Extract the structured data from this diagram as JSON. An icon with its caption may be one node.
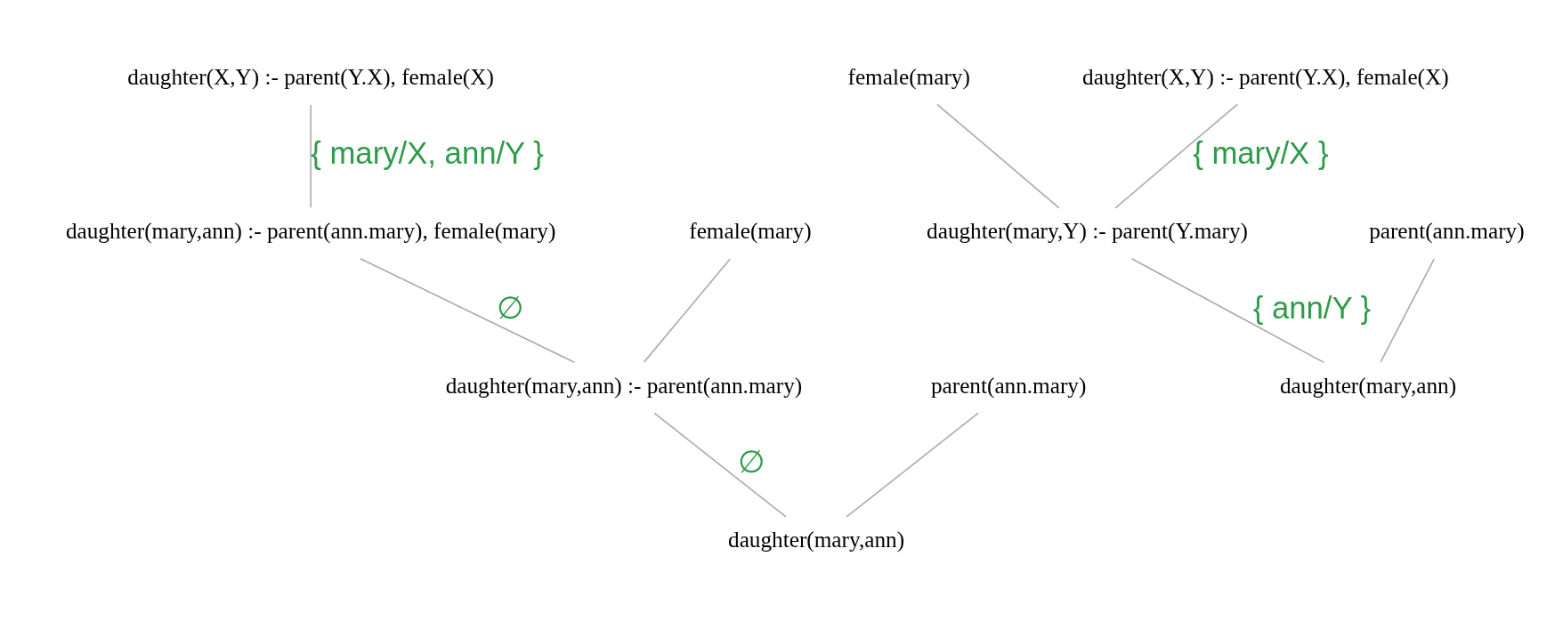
{
  "diagram": {
    "nodes": [
      {
        "text": [
          "daughter(X,Y) :- parent(Y.X), female(X)"
        ]
      },
      {
        "text": [
          "female(mary)"
        ]
      },
      {
        "text": [
          "daughter(X,Y) :- parent(Y.X), female(X)"
        ]
      },
      {
        "text": [
          "female(mary)"
        ]
      },
      {
        "text": [
          "daughter(mary,ann) :- parent(ann.mary), female(mary)"
        ]
      },
      {
        "text": [
          "parent(ann.mary)"
        ]
      },
      {
        "text": [
          "daughter(mary,Y) :- parent(Y.mary)"
        ]
      },
      {
        "text": [
          "parent(ann.mary)"
        ]
      },
      {
        "text": [
          "daughter(mary,ann) :- parent(ann.mary)"
        ]
      },
      {
        "text": [
          "daughter(mary,ann)"
        ]
      },
      {
        "text": [
          "daughter(mary,ann)"
        ]
      }
    ],
    "edges": [
      {
        "from": 1,
        "to": 6,
        "arrow": "none"
      },
      {
        "from": 2,
        "to": 6,
        "arrow": "none",
        "label": "{ mary/X }"
      },
      {
        "from": 5,
        "to": 9,
        "arrow": "none"
      },
      {
        "from": 6,
        "to": 9,
        "arrow": "none",
        "label": "{ ann/Y }"
      },
      {
        "from": 0,
        "to": 4,
        "arrow": "none",
        "label": "{ mary/X, ann/Y }"
      },
      {
        "from": 3,
        "to": 8,
        "arrow": "none"
      },
      {
        "from": 4,
        "to": 8,
        "arrow": "none",
        "label": "∅"
      },
      {
        "from": 7,
        "to": 10,
        "arrow": "none"
      },
      {
        "from": 8,
        "to": 10,
        "arrow": "none",
        "label": "∅"
      }
    ]
  }
}
